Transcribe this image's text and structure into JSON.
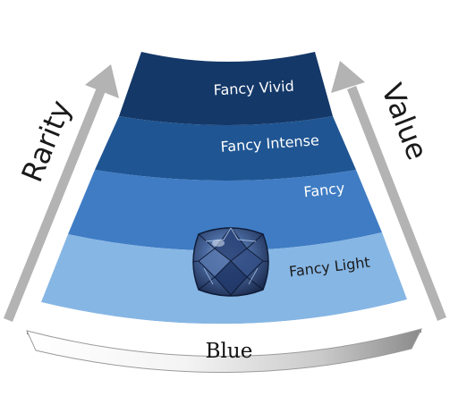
{
  "left_axis": {
    "label": "Rarity"
  },
  "right_axis": {
    "label": "Value"
  },
  "bands": [
    {
      "label": "Fancy Vivid",
      "color": "#143868"
    },
    {
      "label": "Fancy Intense",
      "color": "#1f5592"
    },
    {
      "label": "Fancy",
      "color": "#3f7cc4"
    },
    {
      "label": "Fancy Light",
      "color": "#86b6e4"
    }
  ],
  "base": {
    "label": "Blue"
  },
  "gem": {
    "icon": "diamond-icon"
  }
}
